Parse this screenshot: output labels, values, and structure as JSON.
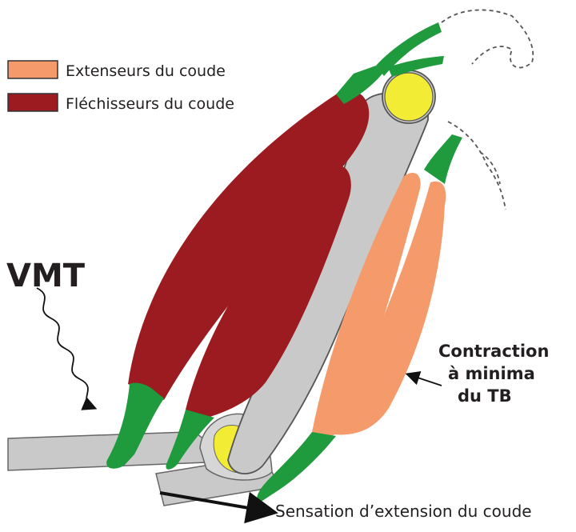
{
  "legend": {
    "items": [
      {
        "label": "Extenseurs du coude",
        "color": "#f59a6a"
      },
      {
        "label": "Fléchisseurs du coude",
        "color": "#9b1b20"
      }
    ]
  },
  "annotations": {
    "vmt": "VMT",
    "contraction_line1": "Contraction",
    "contraction_line2": "à minima",
    "contraction_line3": "du TB",
    "sensation": "Sensation d’extension du coude"
  },
  "colors": {
    "bone": "#c9c9c9",
    "bone_outline": "#555555",
    "tendon": "#1f9a3c",
    "joint": "#f2ec34",
    "extensor": "#f59a6a",
    "flexor": "#9b1b20"
  }
}
